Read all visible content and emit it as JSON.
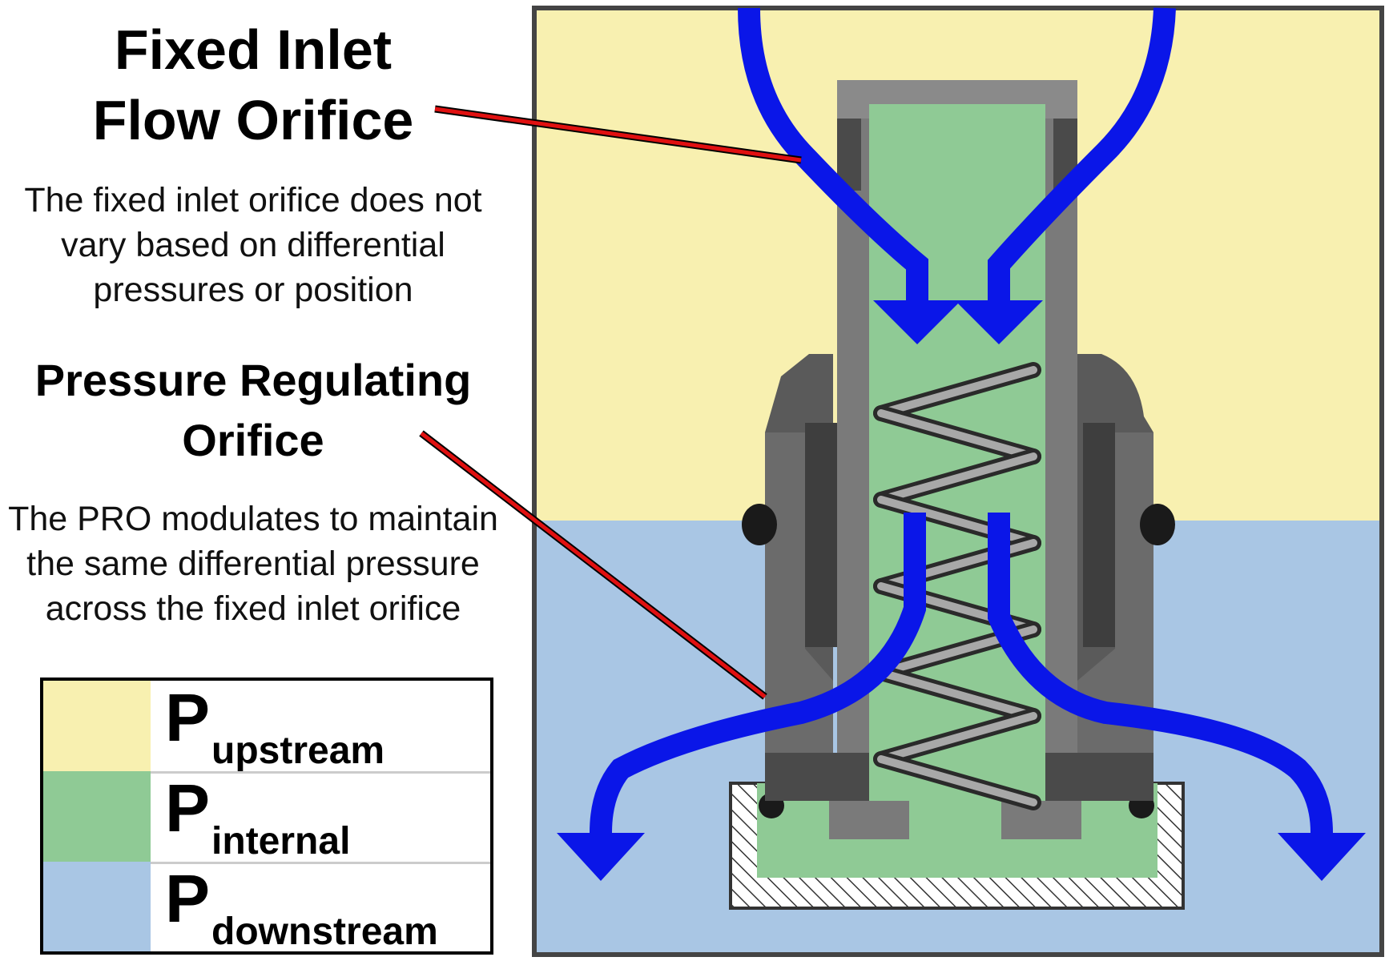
{
  "callouts": [
    {
      "title_lines": [
        "Fixed Inlet",
        "Flow Orifice"
      ],
      "description": "The fixed inlet orifice does not vary based on differential pressures or position"
    },
    {
      "title_lines": [
        "Pressure Regulating",
        "Orifice"
      ],
      "description": "The PRO modulates to maintain the same differential pressure across the fixed inlet orifice"
    }
  ],
  "legend": [
    {
      "symbol": "P",
      "subscript": "upstream",
      "color": "#f8f0b0"
    },
    {
      "symbol": "P",
      "subscript": "internal",
      "color": "#8fca95"
    },
    {
      "symbol": "P",
      "subscript": "downstream",
      "color": "#a9c6e4"
    }
  ],
  "colors": {
    "upstream": "#f8f0b0",
    "internal": "#8fca95",
    "downstream": "#a9c6e4",
    "flow_arrow": "#0a16e8",
    "pointer": "#e01010",
    "valve_body": "#7a7a7a",
    "valve_dark": "#4a4a4a"
  }
}
